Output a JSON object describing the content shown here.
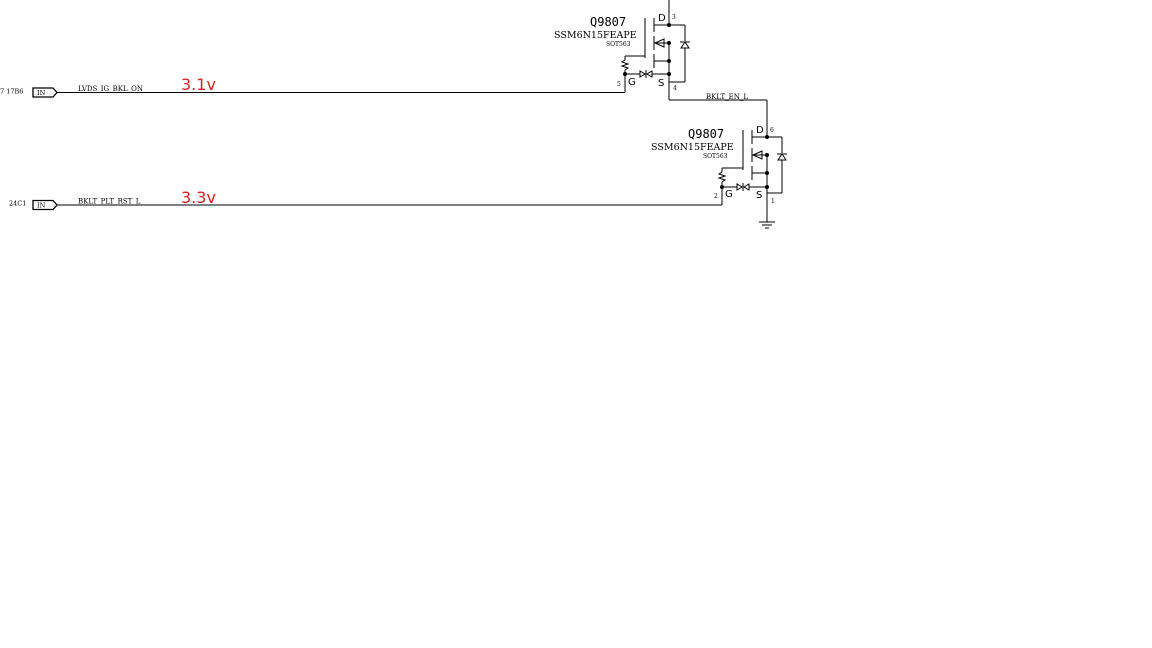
{
  "colors": {
    "wire": "#000000",
    "annotation": "#d2232a",
    "background": "#ffffff"
  },
  "ports": [
    {
      "sheet_ref": "7 17B6",
      "label": "IN",
      "net": "LVDS_IG_BKL_ON",
      "voltage": "3.1v"
    },
    {
      "sheet_ref": "24C1",
      "label": "IN",
      "net": "BKLT_PLT_RST_L",
      "voltage": "3.3v"
    }
  ],
  "transistors": [
    {
      "refdes": "Q9807",
      "part": "SSM6N15FEAPE",
      "package": "SOT563",
      "pin_d": "3",
      "pin_g": "5",
      "pin_s": "4",
      "label_d": "D",
      "label_g": "G",
      "label_s": "S"
    },
    {
      "refdes": "Q9807",
      "part": "SSM6N15FEAPE",
      "package": "SOT563",
      "pin_d": "6",
      "pin_g": "2",
      "pin_s": "1",
      "label_d": "D",
      "label_g": "G",
      "label_s": "S"
    }
  ],
  "nets": {
    "middle": "BKLT_EN_L"
  },
  "icons": {
    "ground": "ground-icon",
    "port": "input-port-icon"
  }
}
